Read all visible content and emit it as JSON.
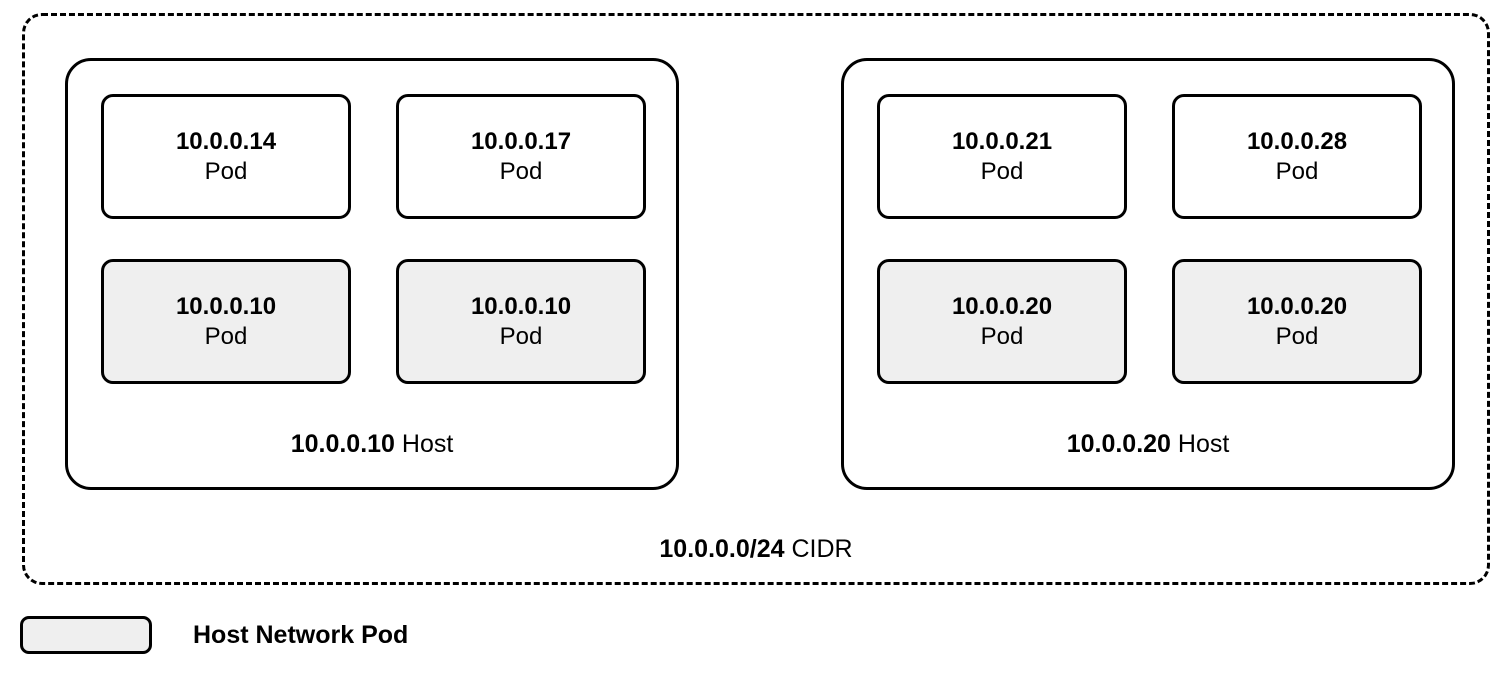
{
  "diagram": {
    "cidr": {
      "ip": "10.0.0.0/24",
      "kind": "CIDR"
    },
    "hosts": [
      {
        "ip": "10.0.0.10",
        "kind": "Host",
        "pods": [
          {
            "ip": "10.0.0.14",
            "kind": "Pod",
            "host_network": false
          },
          {
            "ip": "10.0.0.17",
            "kind": "Pod",
            "host_network": false
          },
          {
            "ip": "10.0.0.10",
            "kind": "Pod",
            "host_network": true
          },
          {
            "ip": "10.0.0.10",
            "kind": "Pod",
            "host_network": true
          }
        ]
      },
      {
        "ip": "10.0.0.20",
        "kind": "Host",
        "pods": [
          {
            "ip": "10.0.0.21",
            "kind": "Pod",
            "host_network": false
          },
          {
            "ip": "10.0.0.28",
            "kind": "Pod",
            "host_network": false
          },
          {
            "ip": "10.0.0.20",
            "kind": "Pod",
            "host_network": true
          },
          {
            "ip": "10.0.0.20",
            "kind": "Pod",
            "host_network": true
          }
        ]
      }
    ],
    "legend": {
      "label": "Host Network Pod",
      "swatch_color": "#efefef"
    },
    "colors": {
      "stroke": "#000000",
      "background": "#ffffff",
      "host_network_fill": "#efefef"
    }
  }
}
